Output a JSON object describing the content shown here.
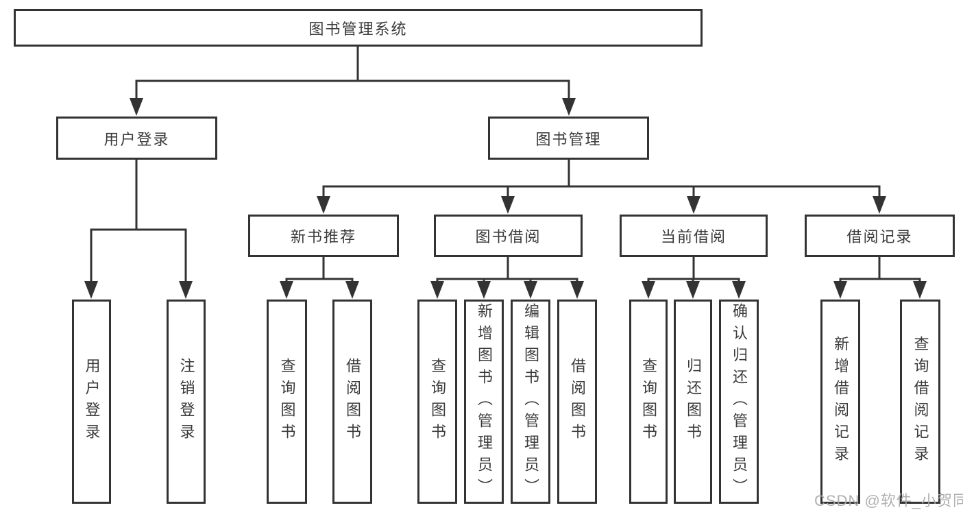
{
  "diagram_title": "图书管理系统",
  "tree": {
    "label": "图书管理系统",
    "children": [
      {
        "label": "用户登录",
        "children": [
          {
            "label": "用户登录"
          },
          {
            "label": "注销登录"
          }
        ]
      },
      {
        "label": "图书管理",
        "children": [
          {
            "label": "新书推荐",
            "children": [
              {
                "label": "查询图书"
              },
              {
                "label": "借阅图书"
              }
            ]
          },
          {
            "label": "图书借阅",
            "children": [
              {
                "label": "查询图书"
              },
              {
                "label": "新增图书（管理员）"
              },
              {
                "label": "编辑图书（管理员）"
              },
              {
                "label": "借阅图书"
              }
            ]
          },
          {
            "label": "当前借阅",
            "children": [
              {
                "label": "查询图书"
              },
              {
                "label": "归还图书"
              },
              {
                "label": "确认归还（管理员）"
              }
            ]
          },
          {
            "label": "借阅记录",
            "children": [
              {
                "label": "新增借阅记录"
              },
              {
                "label": "查询借阅记录"
              }
            ]
          }
        ]
      }
    ]
  },
  "watermark": {
    "text": "CSDN @软件_小贺同学"
  },
  "colors": {
    "line": "#333333",
    "text": "#3b3b3b",
    "background": "#ffffff",
    "watermark": "#acacac"
  }
}
